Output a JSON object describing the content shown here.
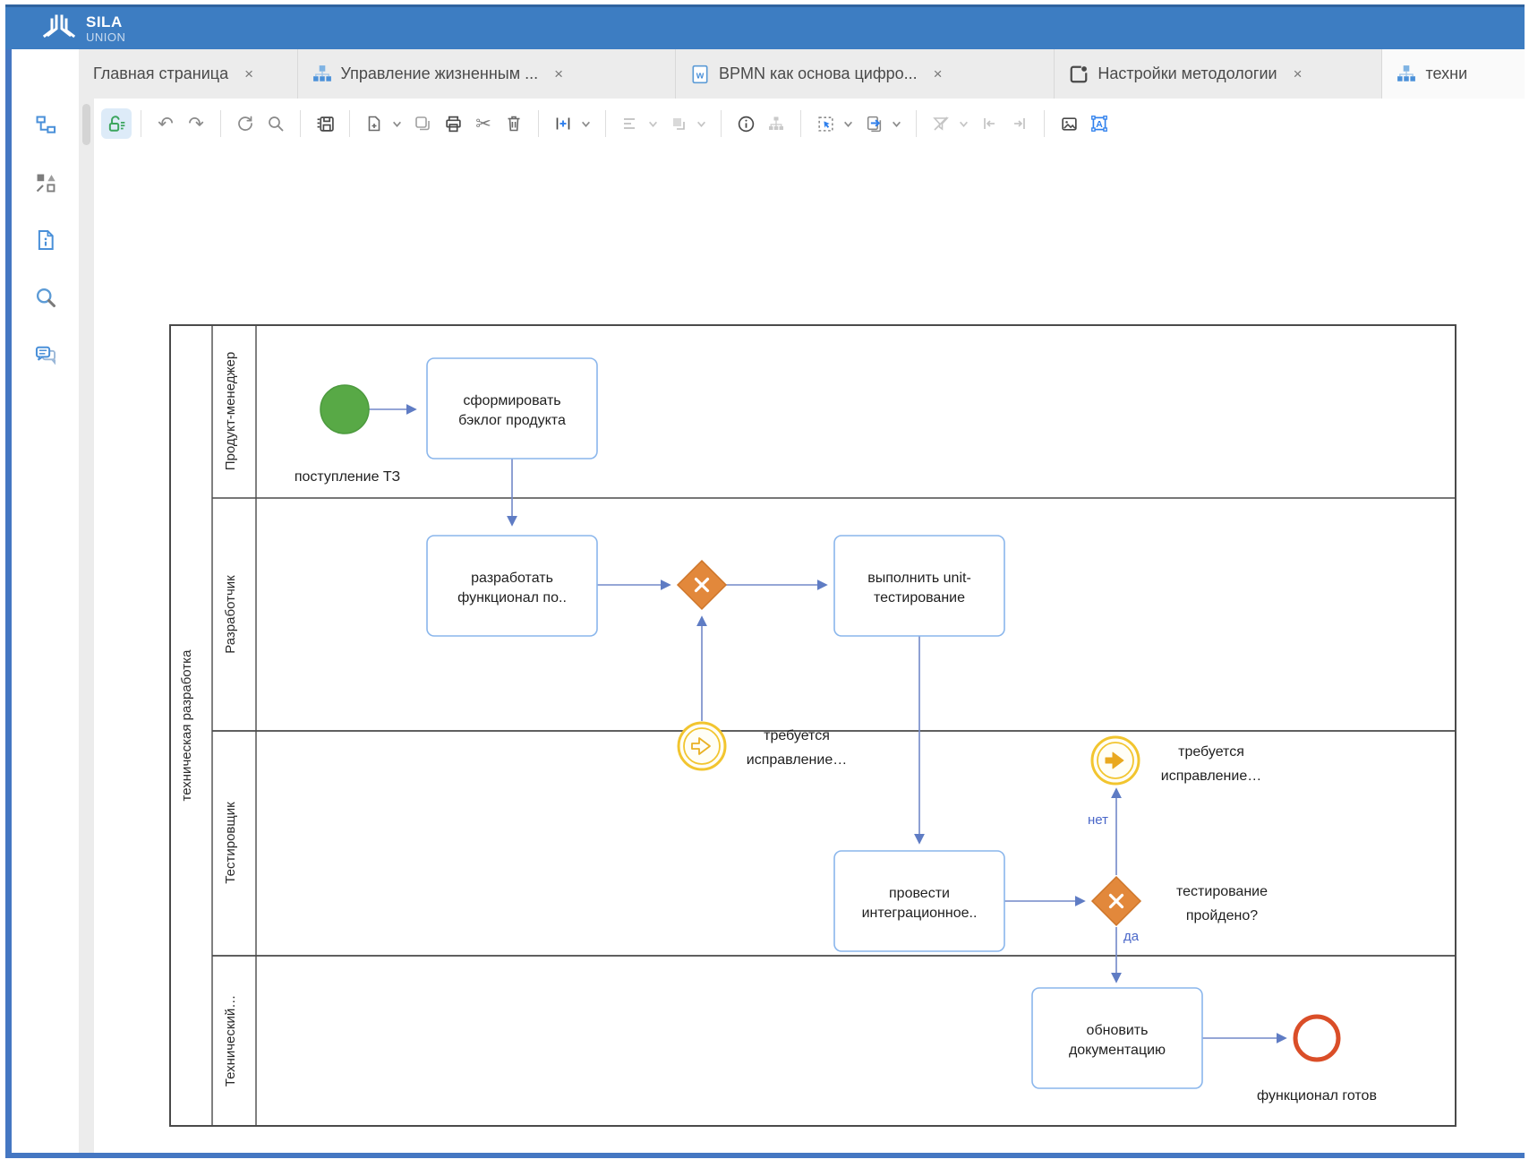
{
  "header": {
    "brand_top": "SILA",
    "brand_bottom": "UNION"
  },
  "tabs": {
    "close_glyph": "×",
    "items": [
      {
        "label": "Главная страница",
        "icon": "none",
        "active": false
      },
      {
        "label": "Управление жизненным ...",
        "icon": "org-chart",
        "active": false
      },
      {
        "label": "BPMN как основа цифро...",
        "icon": "word-doc",
        "active": false
      },
      {
        "label": "Настройки методологии",
        "icon": "component",
        "active": false
      },
      {
        "label": "техни",
        "icon": "org-chart",
        "active": true
      }
    ]
  },
  "toolbar": {
    "icons": [
      "unlock-edit",
      "undo",
      "redo",
      "refresh",
      "search",
      "save",
      "new-file",
      "copy",
      "print",
      "cut",
      "delete",
      "insert-space",
      "align",
      "arrange-layers",
      "info",
      "org-chart-mini",
      "select-area",
      "duplicate-export",
      "filter-off",
      "indent-left",
      "indent-right",
      "image",
      "text-select"
    ],
    "undo_glyph": "↶",
    "redo_glyph": "↷",
    "cut_glyph": "✂"
  },
  "sidebar": {
    "icons": [
      "model-tree",
      "shapes",
      "document-info",
      "search",
      "comments"
    ]
  },
  "colors": {
    "header_blue": "#3D7DC2",
    "frame_blue": "#4577C2",
    "accent_blue": "#2F80ED",
    "flow_blue": "#7289C8",
    "task_border": "#8AB6EC",
    "gateway_orange": "#E2883B",
    "event_yellow": "#F2C52F",
    "start_green": "#58A946",
    "end_red": "#DA4E28",
    "edge_label_blue": "#4A67C9"
  },
  "diagram": {
    "pool_title": "техническая разработка",
    "lanes": [
      "Продукт-менеджер",
      "Разработчик",
      "Тестировщик",
      "Технический…"
    ],
    "start_event": {
      "label": "поступление ТЗ"
    },
    "tasks": [
      {
        "lines": [
          "сформировать",
          "бэклог продукта"
        ]
      },
      {
        "lines": [
          "разработать",
          "функционал по.."
        ]
      },
      {
        "lines": [
          "выполнить unit-",
          "тестирование"
        ]
      },
      {
        "lines": [
          "провести",
          "интеграционное.."
        ]
      },
      {
        "lines": [
          "обновить",
          "документацию"
        ]
      }
    ],
    "gateways": [
      {
        "type": "exclusive-xor",
        "label_lines": [
          "",
          ""
        ]
      },
      {
        "type": "exclusive-xor",
        "label_lines": [
          "тестирование",
          "пройдено?"
        ]
      }
    ],
    "intermediate_events": [
      {
        "label_lines": [
          "требуется",
          "исправление…"
        ]
      },
      {
        "label_lines": [
          "требуется",
          "исправление…"
        ]
      }
    ],
    "end_event": {
      "label": "функционал готов"
    },
    "edge_labels": {
      "no": "нет",
      "yes": "да"
    }
  }
}
